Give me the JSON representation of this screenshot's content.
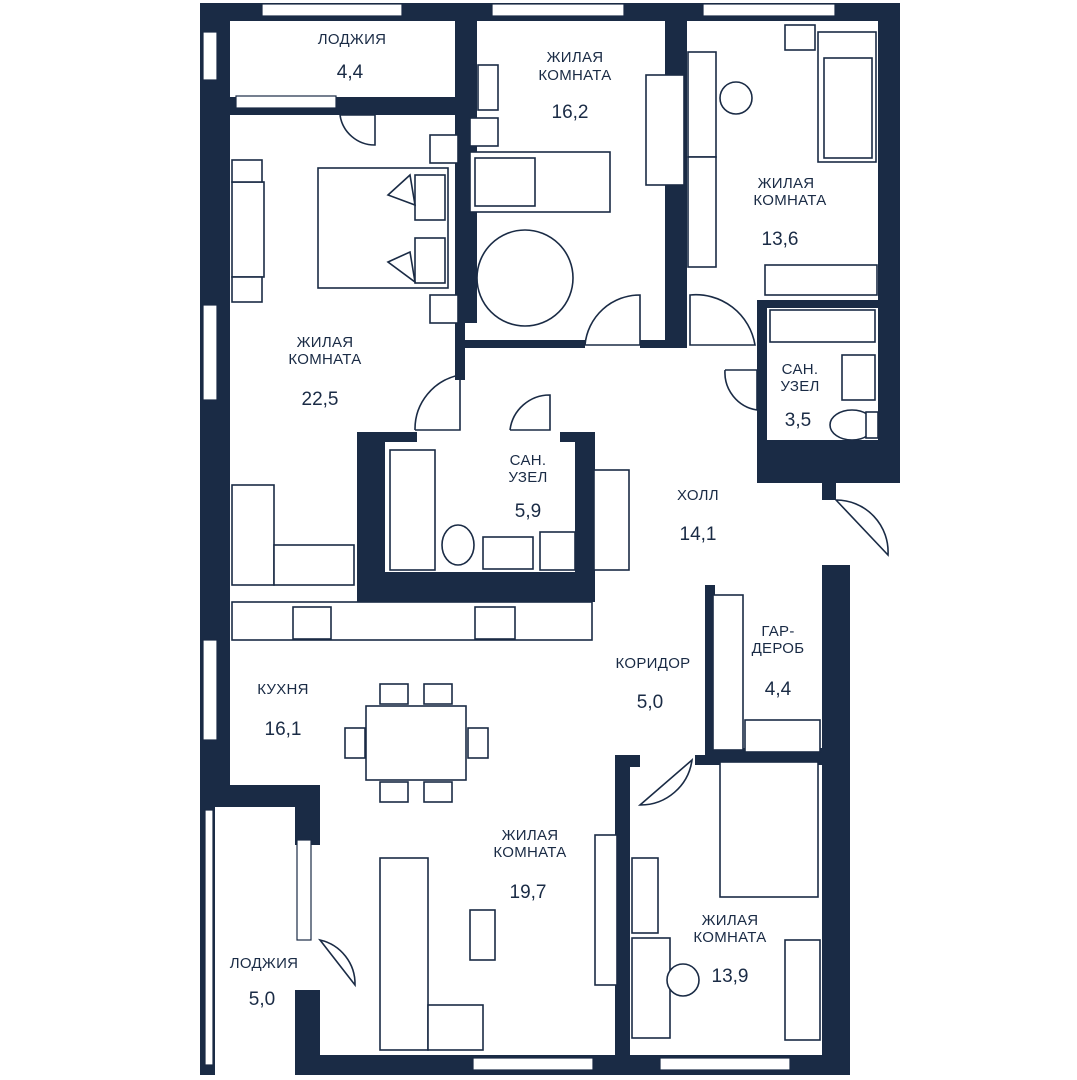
{
  "rooms": {
    "loggia_top": {
      "name": [
        "ЛОДЖИЯ"
      ],
      "area": "4,4"
    },
    "living_22": {
      "name": [
        "ЖИЛАЯ",
        "КОМНАТА"
      ],
      "area": "22,5"
    },
    "living_16": {
      "name": [
        "ЖИЛАЯ",
        "КОМНАТА"
      ],
      "area": "16,2"
    },
    "living_13_6": {
      "name": [
        "ЖИЛАЯ",
        "КОМНАТА"
      ],
      "area": "13,6"
    },
    "bath_small": {
      "name": [
        "САН.",
        "УЗЕЛ"
      ],
      "area": "3,5"
    },
    "bath_main": {
      "name": [
        "САН.",
        "УЗЕЛ"
      ],
      "area": "5,9"
    },
    "hall": {
      "name": [
        "ХОЛЛ"
      ],
      "area": "14,1"
    },
    "corridor": {
      "name": [
        "КОРИДОР"
      ],
      "area": "5,0"
    },
    "wardrobe": {
      "name": [
        "ГАР-",
        "ДЕРОБ"
      ],
      "area": "4,4"
    },
    "kitchen": {
      "name": [
        "КУХНЯ"
      ],
      "area": "16,1"
    },
    "living_19": {
      "name": [
        "ЖИЛАЯ",
        "КОМНАТА"
      ],
      "area": "19,7"
    },
    "living_13_9": {
      "name": [
        "ЖИЛАЯ",
        "КОМНАТА"
      ],
      "area": "13,9"
    },
    "loggia_bottom": {
      "name": [
        "ЛОДЖИЯ"
      ],
      "area": "5,0"
    }
  },
  "colors": {
    "wall": "#1a2b45",
    "background": "#ffffff"
  }
}
